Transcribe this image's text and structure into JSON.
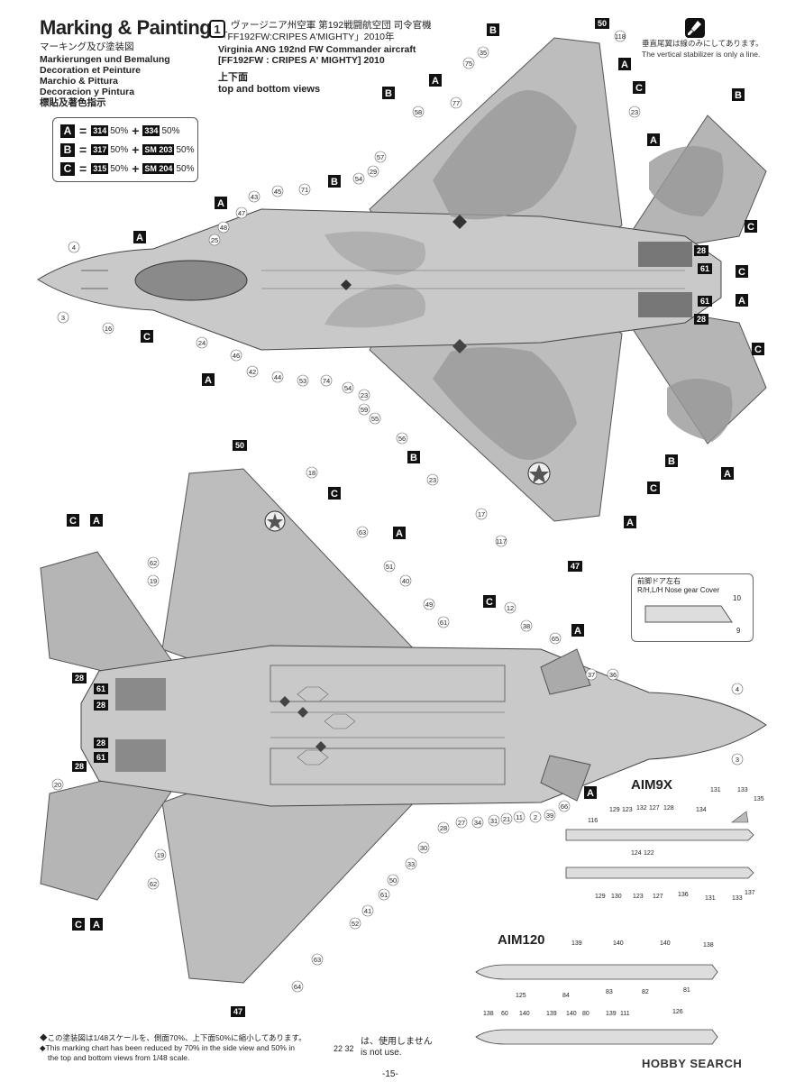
{
  "header": {
    "title": "Marking & Painting",
    "subtitles": [
      "マーキング及び塗装図",
      "Markierungen und Bemalung",
      "Decoration et Peinture",
      "Marchio & Pittura",
      "Decoracion y Pintura",
      "標貼及著色指示"
    ]
  },
  "legend": [
    {
      "letter": "A",
      "code1": "314",
      "pct1": "50%",
      "code2": "334",
      "pct2": "50%"
    },
    {
      "letter": "B",
      "code1": "317",
      "pct1": "50%",
      "code2": "SM 203",
      "pct2": "50%"
    },
    {
      "letter": "C",
      "code1": "315",
      "pct1": "50%",
      "code2": "SM 204",
      "pct2": "50%"
    }
  ],
  "plane": {
    "step": "1",
    "jp": "ヴァージニア州空軍 第192戦闘航空団 司令官機",
    "jp2": "「FF192FW:CRIPES A'MIGHTY」2010年",
    "en1": "Virginia ANG 192nd FW Commander aircraft",
    "en2": "[FF192FW : CRIPES A' MIGHTY] 2010"
  },
  "view_label": {
    "jp": "上下面",
    "en": "top and bottom views"
  },
  "note_topright": {
    "jp": "垂直尾翼は線のみにしてあります。",
    "en": "The vertical stabilizer is only a line."
  },
  "nose_gear": {
    "jp": "前脚ドア左右",
    "en": "R/H,L/H Nose gear Cover",
    "n1": "10",
    "n2": "9"
  },
  "missiles": {
    "aim9x": "AIM9X",
    "aim120": "AIM120"
  },
  "footer": {
    "jp1": "◆この塗装図は1/48スケールを、側面70%、上下面50%に縮小してあります。",
    "en1": "◆This marking chart has been reduced by 70% in the side view and 50% in",
    "en2": "the top and bottom views from 1/48 scale.",
    "unused_nums": "22 32",
    "unused_jp": "は、使用しません",
    "unused_en": "is not use.",
    "page": "-15-",
    "brand": "HOBBY SEARCH"
  },
  "colors": {
    "grey_light": "#c8c8c8",
    "grey_mid": "#a9a9a9",
    "grey_dark": "#8d8d8d",
    "ink": "#111111"
  }
}
